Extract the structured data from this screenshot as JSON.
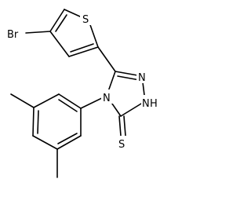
{
  "molecule": {
    "atoms": {
      "br": "Br",
      "s_thiophene": "S",
      "n_top": "N",
      "nh": "N",
      "h": "H",
      "n_aryl": "N",
      "s_thione": "S"
    }
  }
}
